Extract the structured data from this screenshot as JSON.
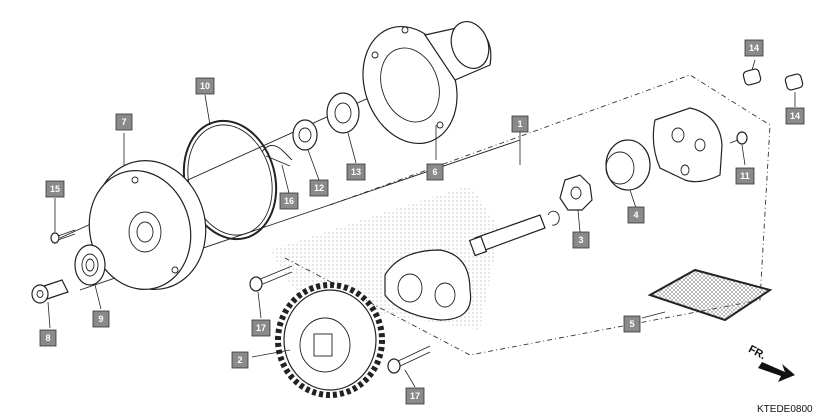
{
  "diagram": {
    "code": "KTEDE0800",
    "direction_label": "FR.",
    "callouts": [
      "1",
      "2",
      "3",
      "4",
      "5",
      "6",
      "7",
      "8",
      "9",
      "10",
      "11",
      "12",
      "13",
      "14",
      "14",
      "15",
      "16",
      "17",
      "17"
    ]
  }
}
